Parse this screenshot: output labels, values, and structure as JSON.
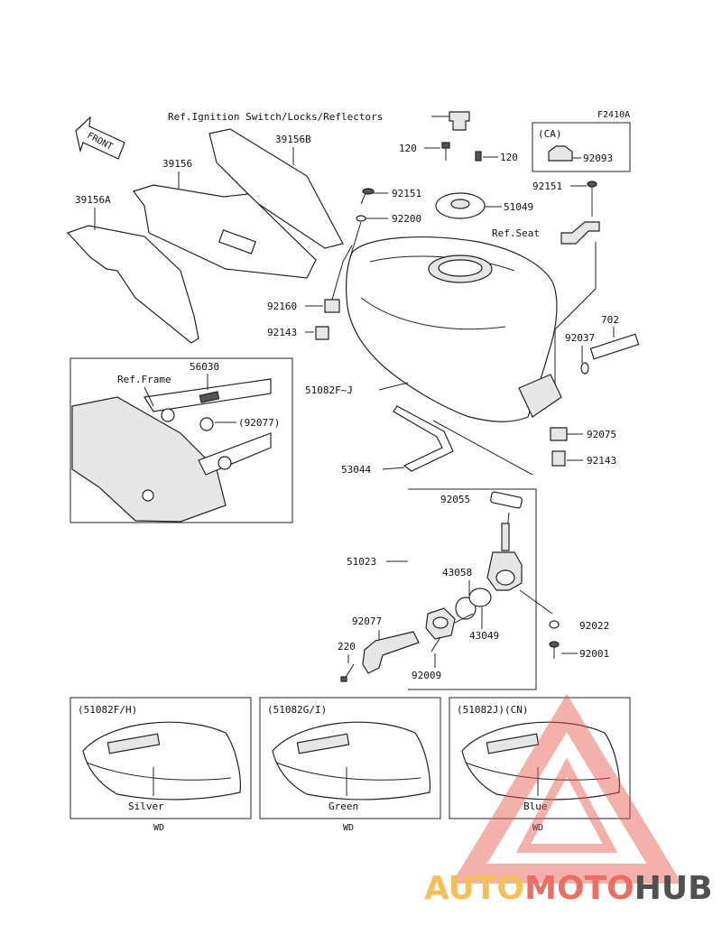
{
  "diagram_code": "F2410A",
  "front_label": "FRONT",
  "ref_labels": {
    "ignition": "Ref.Ignition Switch/Locks/Reflectors",
    "seat": "Ref.Seat",
    "frame": "Ref.Frame"
  },
  "ca_label": "(CA)",
  "parts": {
    "p39156B": "39156B",
    "p39156": "39156",
    "p39156A": "39156A",
    "p120a": "120",
    "p120b": "120",
    "p92093": "92093",
    "p92151a": "92151",
    "p51049": "51049",
    "p92200": "92200",
    "p92151b": "92151",
    "p92160": "92160",
    "p92143a": "92143",
    "p702": "702",
    "p92037": "92037",
    "p51082FJ": "51082F~J",
    "p56030": "56030",
    "p92077a": "(92077)",
    "p92075": "92075",
    "p92143b": "92143",
    "p53044": "53044",
    "p92055": "92055",
    "p51023": "51023",
    "p43058": "43058",
    "p43049": "43049",
    "p92077b": "92077",
    "p92022": "92022",
    "p220": "220",
    "p92001": "92001",
    "p92009": "92009"
  },
  "variants": [
    {
      "code": "(51082F/H)",
      "color": "Silver",
      "note": "WD"
    },
    {
      "code": "(51082G/I)",
      "color": "Green",
      "note": "WD"
    },
    {
      "code": "(51082J)(CN)",
      "color": "Blue",
      "note": "WD"
    }
  ],
  "watermark": {
    "part1": "AUTO",
    "part2": "MOTO",
    "part3": "HUB"
  },
  "colors": {
    "watermark_orange": "#f2b63c",
    "watermark_red": "#e8554a",
    "watermark_dark": "#333333"
  }
}
